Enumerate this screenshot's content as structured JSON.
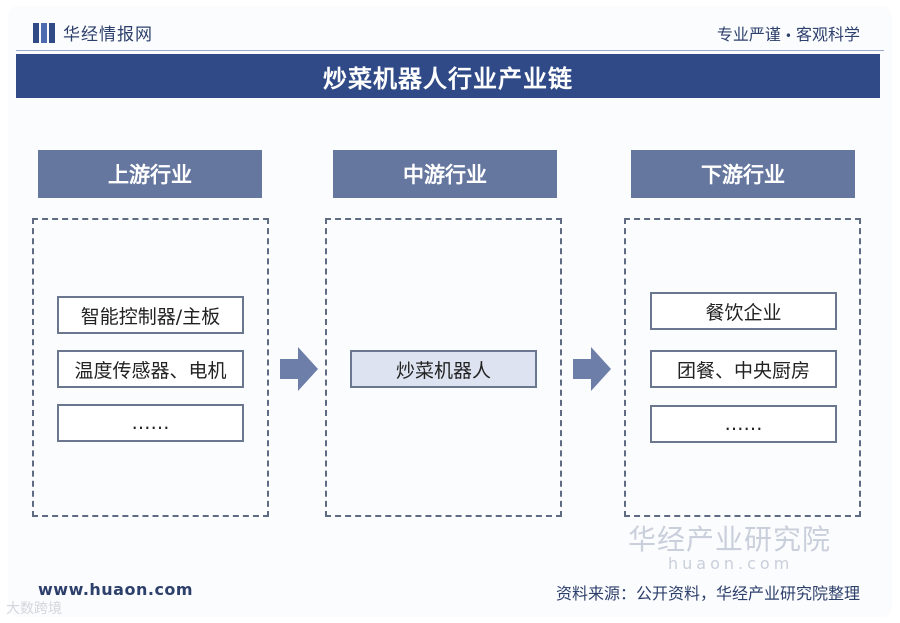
{
  "header": {
    "logo_text": "华经情报网",
    "slogan_left": "专业严谨",
    "slogan_dot": "•",
    "slogan_right": "客观科学"
  },
  "title": "炒菜机器人行业产业链",
  "columns": [
    {
      "heading": "上游行业",
      "items": [
        "智能控制器/主板",
        "温度传感器、电机",
        "……"
      ]
    },
    {
      "heading": "中游行业",
      "items": [
        "炒菜机器人"
      ]
    },
    {
      "heading": "下游行业",
      "items": [
        "餐饮企业",
        "团餐、中央厨房",
        "……"
      ]
    }
  ],
  "footer": {
    "website": "www.huaon.com",
    "source": "资料来源：公开资料，华经产业研究院整理"
  },
  "watermark": {
    "main": "华经产业研究院",
    "sub": "huaon.com",
    "corner": "大数跨境"
  },
  "colors": {
    "title_bar": "#2f4a86",
    "column_header": "#66779f",
    "center_item_fill": "#dde3f1",
    "arrow": "#6d7ea8"
  }
}
